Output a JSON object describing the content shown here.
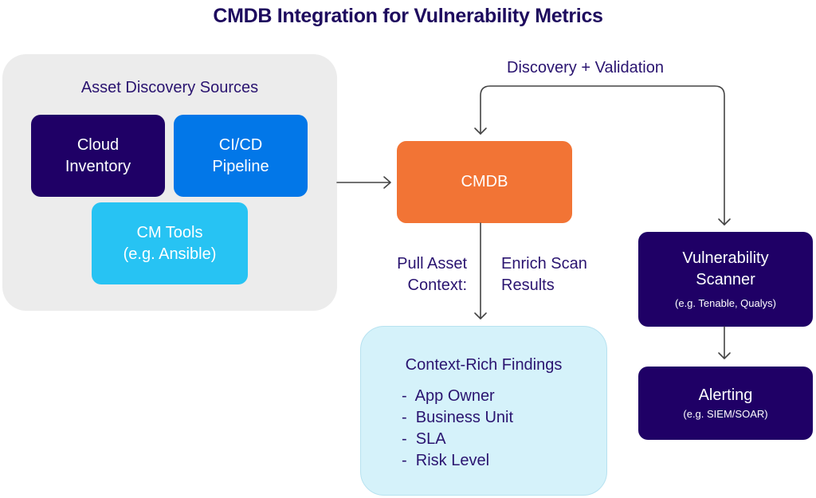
{
  "title": "CMDB Integration for Vulnerability Metrics",
  "colors": {
    "title": "#1e0b5e",
    "dark_purple": "#1f0066",
    "blue": "#0277e8",
    "light_blue": "#27c3f3",
    "orange": "#f27435",
    "findings_bg": "#d5f2fa",
    "group_bg": "#ececec",
    "arrow": "#444444"
  },
  "asset_sources": {
    "label": "Asset Discovery Sources",
    "items": [
      {
        "line1": "Cloud",
        "line2": "Inventory"
      },
      {
        "line1": "CI/CD",
        "line2": "Pipeline"
      },
      {
        "line1": "CM Tools",
        "line2": "(e.g. Ansible)"
      }
    ]
  },
  "cmdb": {
    "label": "CMDB"
  },
  "scanner": {
    "line1": "Vulnerability",
    "line2": "Scanner",
    "sub": "(e.g. Tenable, Qualys)"
  },
  "alerting": {
    "line1": "Alerting",
    "sub": "(e.g. SIEM/SOAR)"
  },
  "edges": {
    "discovery_validation": "Discovery + Validation",
    "pull_asset": {
      "line1": "Pull Asset",
      "line2": "Context:"
    },
    "enrich_scan": {
      "line1": "Enrich Scan",
      "line2": "Results"
    }
  },
  "findings": {
    "title": "Context-Rich Findings",
    "items": [
      "App Owner",
      "Business Unit",
      "SLA",
      "Risk Level"
    ]
  }
}
